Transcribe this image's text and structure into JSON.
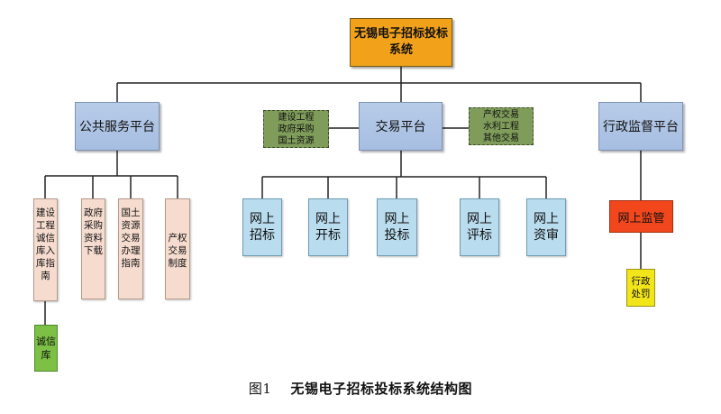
{
  "diagram": {
    "root": {
      "lines": [
        "无锡电子招标投标",
        "系统"
      ]
    },
    "categories": {
      "public": "公共服务平台",
      "trade": "交易平台",
      "admin": "行政监督平台"
    },
    "notes": {
      "left": [
        "建设工程",
        "政府采购",
        "国土资源"
      ],
      "right": [
        "产权交易",
        "水利工程",
        "其他交易"
      ]
    },
    "public_items": [
      {
        "lines": [
          "建设",
          "工程",
          "诚信",
          "库入",
          "库指",
          "南"
        ]
      },
      {
        "lines": [
          "政府",
          "采购",
          "资料",
          "下载"
        ]
      },
      {
        "lines": [
          "国土",
          "资源",
          "交易",
          "办理",
          "指南"
        ]
      },
      {
        "lines": [
          "产权",
          "交易",
          "制度"
        ]
      }
    ],
    "credit_db": {
      "lines": [
        "诚信",
        "库"
      ]
    },
    "trade_items": [
      {
        "lines": [
          "网上",
          "招标"
        ]
      },
      {
        "lines": [
          "网上",
          "开标"
        ]
      },
      {
        "lines": [
          "网上",
          "投标"
        ]
      },
      {
        "lines": [
          "网上",
          "评标"
        ]
      },
      {
        "lines": [
          "网上",
          "资审"
        ]
      }
    ],
    "online_supervision": "网上监管",
    "penalty": {
      "lines": [
        "行政",
        "处罚"
      ]
    },
    "colors": {
      "root": "#f2a21a",
      "category": "#a6bee2",
      "note": "#7f9c5a",
      "public_item": "#f6dccf",
      "trade_item": "#b9dcee",
      "credit_db": "#7cc145",
      "online_supervision": "#f2471c",
      "penalty": "#f2e51a"
    }
  },
  "caption": {
    "label": "图1",
    "title": "无锡电子招标投标系统结构图"
  }
}
